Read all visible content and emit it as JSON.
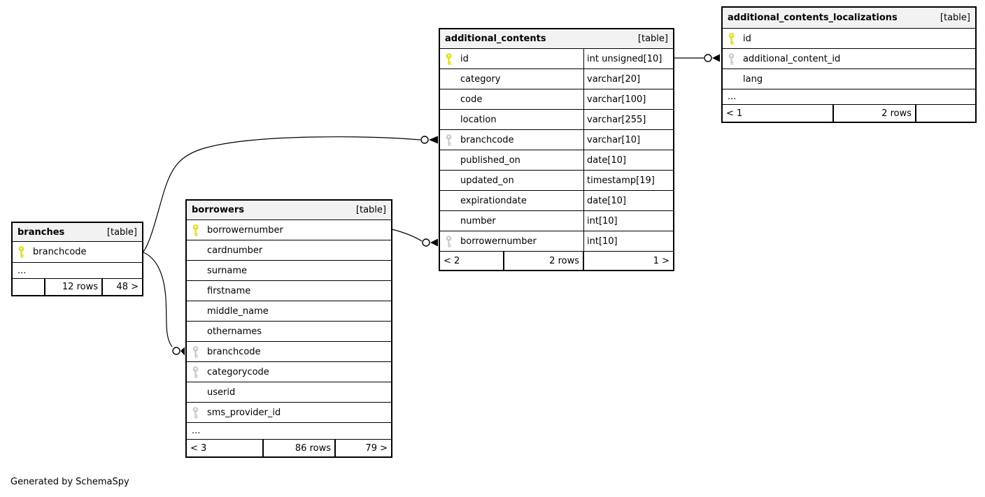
{
  "page": {
    "footer_note": "Generated by SchemaSpy"
  },
  "colors": {
    "pk_key": "#e1e100",
    "fk_key": "#c9c9c9",
    "header_bg": "#f2f2f2",
    "border": "#000000"
  },
  "tables": {
    "branches": {
      "title": "branches",
      "tag": "[table]",
      "rows": [
        {
          "name": "branchcode",
          "key": "pk"
        }
      ],
      "ellipsis": "...",
      "footer": [
        "",
        "12 rows",
        "48 >"
      ]
    },
    "borrowers": {
      "title": "borrowers",
      "tag": "[table]",
      "rows": [
        {
          "name": "borrowernumber",
          "key": "pk"
        },
        {
          "name": "cardnumber"
        },
        {
          "name": "surname"
        },
        {
          "name": "firstname"
        },
        {
          "name": "middle_name"
        },
        {
          "name": "othernames"
        },
        {
          "name": "branchcode",
          "key": "fk"
        },
        {
          "name": "categorycode",
          "key": "fk"
        },
        {
          "name": "userid"
        },
        {
          "name": "sms_provider_id",
          "key": "fk"
        }
      ],
      "ellipsis": "...",
      "footer": [
        "< 3",
        "86 rows",
        "79 >"
      ]
    },
    "additional_contents": {
      "title": "additional_contents",
      "tag": "[table]",
      "rows": [
        {
          "name": "id",
          "key": "pk",
          "type": "int unsigned[10]"
        },
        {
          "name": "category",
          "type": "varchar[20]"
        },
        {
          "name": "code",
          "type": "varchar[100]"
        },
        {
          "name": "location",
          "type": "varchar[255]"
        },
        {
          "name": "branchcode",
          "key": "fk",
          "type": "varchar[10]"
        },
        {
          "name": "published_on",
          "type": "date[10]"
        },
        {
          "name": "updated_on",
          "type": "timestamp[19]"
        },
        {
          "name": "expirationdate",
          "type": "date[10]"
        },
        {
          "name": "number",
          "type": "int[10]"
        },
        {
          "name": "borrowernumber",
          "key": "fk",
          "type": "int[10]"
        }
      ],
      "footer": [
        "< 2",
        "2 rows",
        "1 >"
      ]
    },
    "additional_contents_localizations": {
      "title": "additional_contents_localizations",
      "tag": "[table]",
      "rows": [
        {
          "name": "id",
          "key": "pk"
        },
        {
          "name": "additional_content_id",
          "key": "fk"
        },
        {
          "name": "lang"
        }
      ],
      "ellipsis": "...",
      "footer": [
        "< 1",
        "2 rows",
        ""
      ]
    }
  }
}
